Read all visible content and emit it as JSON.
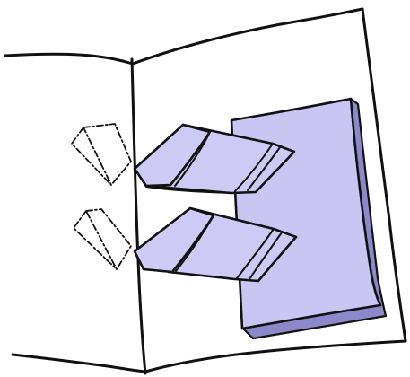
{
  "illustration": {
    "subject": "pop-up-card",
    "colors": {
      "paper": "#ffffff",
      "ink": "#111111",
      "sheet_fill": "#c9c6f3",
      "sheet_shadow": "#8d88c9",
      "tab_fill": "#cdcaf5"
    },
    "parts": {
      "fold_line": "center-fold",
      "tabs_count": 2,
      "cut_guides_count": 2
    }
  }
}
